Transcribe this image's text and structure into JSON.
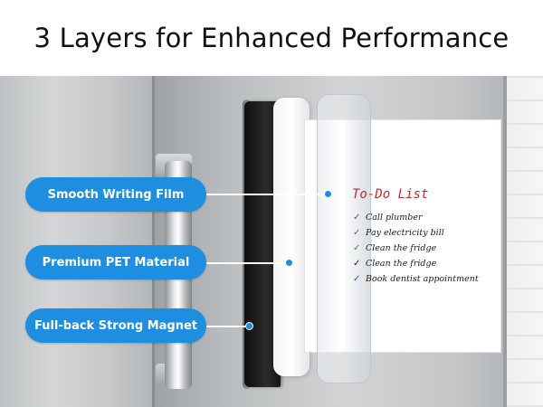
{
  "header": {
    "title": "3 Layers for Enhanced Performance"
  },
  "layers": [
    {
      "label": "Smooth Writing Film"
    },
    {
      "label": "Premium PET Material"
    },
    {
      "label": "Full-back Strong Magnet"
    }
  ],
  "board": {
    "title": "To-Do List",
    "items": [
      {
        "check": "✓",
        "text": "Call plumber"
      },
      {
        "check": "✓",
        "text": "Pay electricity bill"
      },
      {
        "check": "✓",
        "text": "Clean the fridge"
      },
      {
        "check": "✓",
        "text": "Clean the fridge"
      },
      {
        "check": "✓",
        "text": "Book dentist appointment"
      }
    ]
  },
  "colors": {
    "accent": "#1e8fe0",
    "title_text": "#111111",
    "todo_title": "#c62828",
    "check_colors": [
      "#c62828",
      "#7b3fb3",
      "#2e8b3a",
      "#1b1b1b",
      "#2a55b8"
    ]
  }
}
